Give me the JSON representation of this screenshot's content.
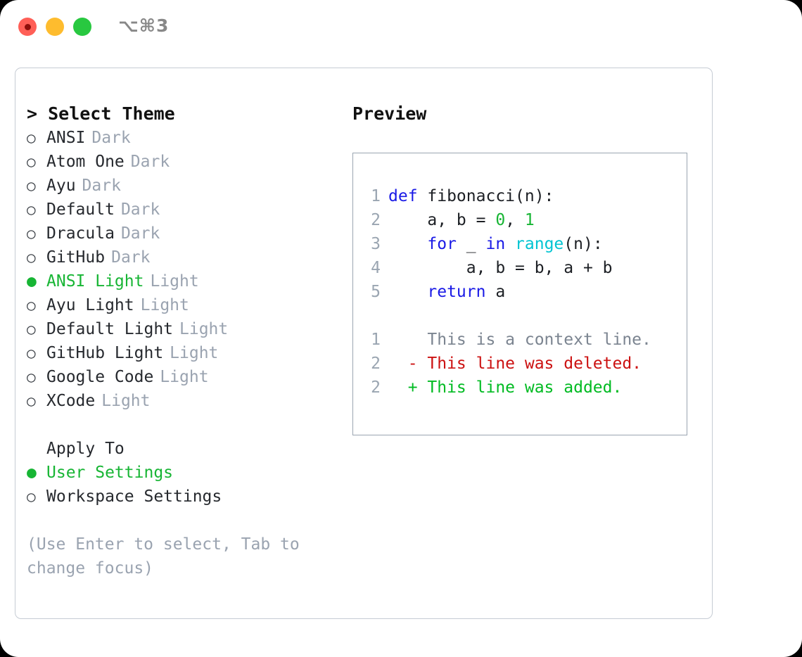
{
  "window": {
    "title": "⌥⌘3",
    "traffic_lights": [
      {
        "name": "close",
        "color": "#ff5f57"
      },
      {
        "name": "minimize",
        "color": "#febc2e"
      },
      {
        "name": "maximize",
        "color": "#28c840"
      }
    ]
  },
  "theme_picker": {
    "header": "> Select Theme",
    "selected_theme": "ANSI Light",
    "selected_color": "#17b534",
    "bullet_unselected": "○",
    "bullet_selected": "●",
    "items": [
      {
        "label": "ANSI",
        "suffix": "Dark",
        "selected": false
      },
      {
        "label": "Atom One",
        "suffix": "Dark",
        "selected": false
      },
      {
        "label": "Ayu",
        "suffix": "Dark",
        "selected": false
      },
      {
        "label": "Default",
        "suffix": "Dark",
        "selected": false
      },
      {
        "label": "Dracula",
        "suffix": "Dark",
        "selected": false
      },
      {
        "label": "GitHub",
        "suffix": "Dark",
        "selected": false
      },
      {
        "label": "ANSI Light",
        "suffix": "Light",
        "selected": true
      },
      {
        "label": "Ayu Light",
        "suffix": "Light",
        "selected": false
      },
      {
        "label": "Default Light",
        "suffix": "Light",
        "selected": false
      },
      {
        "label": "GitHub Light",
        "suffix": "Light",
        "selected": false
      },
      {
        "label": "Google Code",
        "suffix": "Light",
        "selected": false
      },
      {
        "label": "XCode",
        "suffix": "Light",
        "selected": false
      }
    ]
  },
  "apply_to": {
    "title": "Apply To",
    "items": [
      {
        "label": "User Settings",
        "selected": true
      },
      {
        "label": "Workspace Settings",
        "selected": false
      }
    ]
  },
  "hint": "(Use Enter to select, Tab to change focus)",
  "preview": {
    "title": "Preview",
    "code_lines": [
      {
        "num": "1",
        "tokens": [
          {
            "text": "def ",
            "type": "kw"
          },
          {
            "text": "fibonacci(n):",
            "type": "plain"
          }
        ]
      },
      {
        "num": "2",
        "tokens": [
          {
            "text": "    a, b = ",
            "type": "plain"
          },
          {
            "text": "0",
            "type": "num"
          },
          {
            "text": ", ",
            "type": "plain"
          },
          {
            "text": "1",
            "type": "num"
          }
        ]
      },
      {
        "num": "3",
        "tokens": [
          {
            "text": "    ",
            "type": "plain"
          },
          {
            "text": "for",
            "type": "kw"
          },
          {
            "text": " _ ",
            "type": "plain"
          },
          {
            "text": "in",
            "type": "kw"
          },
          {
            "text": " ",
            "type": "plain"
          },
          {
            "text": "range",
            "type": "fn"
          },
          {
            "text": "(n):",
            "type": "plain"
          }
        ]
      },
      {
        "num": "4",
        "tokens": [
          {
            "text": "        a, b = b, a + b",
            "type": "plain"
          }
        ]
      },
      {
        "num": "5",
        "tokens": [
          {
            "text": "    ",
            "type": "plain"
          },
          {
            "text": "return",
            "type": "kw"
          },
          {
            "text": " a",
            "type": "plain"
          }
        ]
      }
    ],
    "diff_lines": [
      {
        "num": "1",
        "marker": "  ",
        "text": "This is a context line.",
        "type": "ctx"
      },
      {
        "num": "2",
        "marker": "- ",
        "text": "This line was deleted.",
        "type": "del"
      },
      {
        "num": "2",
        "marker": "+ ",
        "text": "This line was added.",
        "type": "add"
      }
    ]
  },
  "colors": {
    "keyword": "#1a1ae6",
    "function": "#00c4d2",
    "number": "#17b534",
    "context": "#7b8490",
    "deleted": "#cc1111",
    "added": "#00bb22",
    "muted": "#9aa3b0",
    "border": "#9aa5b1"
  }
}
